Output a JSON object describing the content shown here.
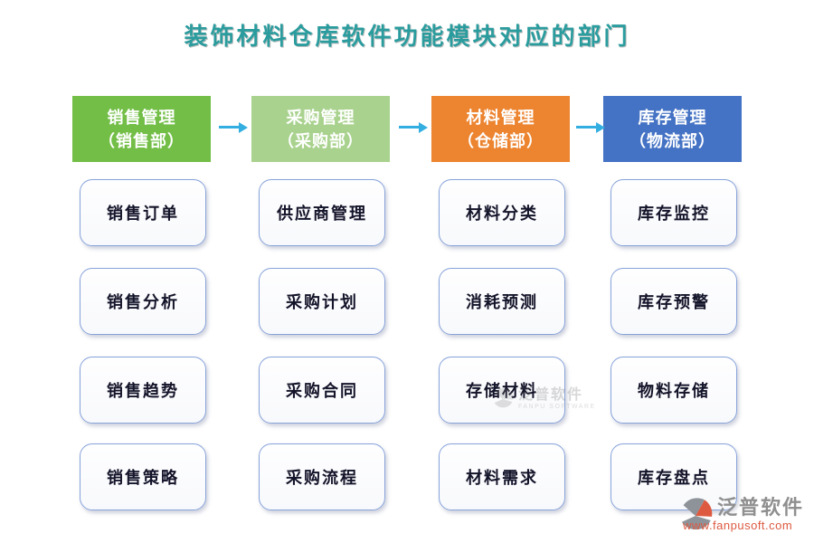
{
  "title": "装饰材料仓库软件功能模块对应的部门",
  "colors": {
    "title": "#2B9C9E",
    "arrow": "#33AEE0",
    "box-border": "#87A3DA",
    "box-text": "#14142A",
    "header-text": "#FFFFFF"
  },
  "columns": [
    {
      "header": "销售管理",
      "dept": "（销售部）",
      "color": "#72BE47",
      "items": [
        "销售订单",
        "销售分析",
        "销售趋势",
        "销售策略"
      ]
    },
    {
      "header": "采购管理",
      "dept": "（采购部）",
      "color": "#A9D28E",
      "items": [
        "供应商管理",
        "采购计划",
        "采购合同",
        "采购流程"
      ]
    },
    {
      "header": "材料管理",
      "dept": "（仓储部）",
      "color": "#EC8430",
      "items": [
        "材料分类",
        "消耗预测",
        "存储材料",
        "材料需求"
      ]
    },
    {
      "header": "库存管理",
      "dept": "（物流部）",
      "color": "#4472C4",
      "items": [
        "库存监控",
        "库存预警",
        "物料存储",
        "库存盘点"
      ]
    }
  ],
  "watermark": {
    "brand": "泛普软件",
    "subtitle": "FANPU SOFTWARE"
  },
  "footer": {
    "brand": "泛普软件",
    "url": "www.fanpusoft.com"
  }
}
